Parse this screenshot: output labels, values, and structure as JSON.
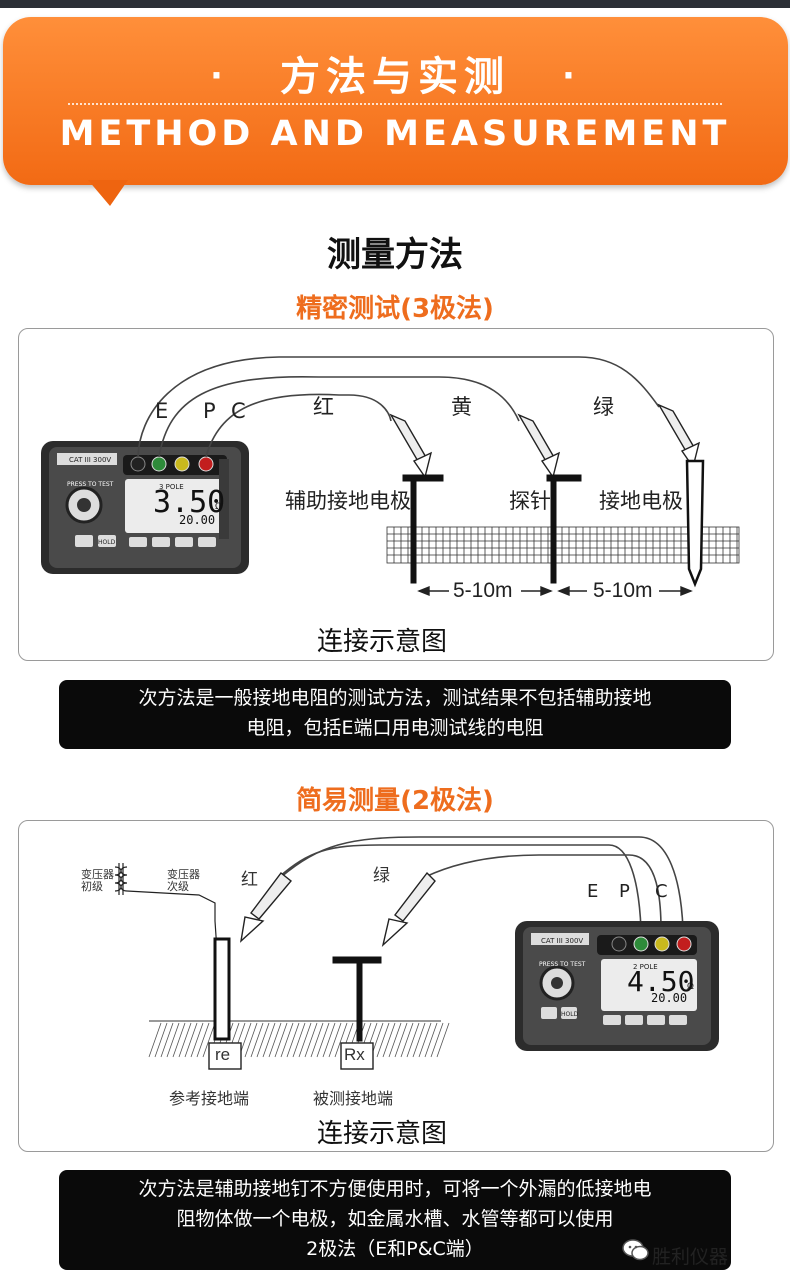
{
  "banner": {
    "dot_left": "·",
    "title": "方法与实测",
    "dot_right": "·",
    "subtitle": "METHOD AND MEASUREMENT"
  },
  "heading": "测量方法",
  "section1": {
    "title": "精密测试(3极法)",
    "terminals": [
      "E",
      "P",
      "C"
    ],
    "clip_colors": [
      "红",
      "黄",
      "绿"
    ],
    "electrodes": [
      "辅助接地电极",
      "探针",
      "接地电极"
    ],
    "distances": [
      "5-10m",
      "5-10m"
    ],
    "meter": {
      "display_main": "3.50",
      "display_sub": "20.00",
      "brand_tag": "CAT III 300V",
      "press_to_test": "PRESS TO TEST",
      "hold": "HOLD",
      "mode": "3 POLE",
      "unit": "Ω"
    },
    "caption": "连接示意图",
    "note": "次方法是一般接地电阻的测试方法，测试结果不包括辅助接地电阻，包括E端口用电测试线的电阻",
    "note_lines": [
      "次方法是一般接地电阻的测试方法，测试结果不包括辅助接地",
      "电阻，包括E端口用电测试线的电阻"
    ]
  },
  "section2": {
    "title": "简易测量(2极法)",
    "terminals": [
      "E",
      "P",
      "C"
    ],
    "clip_colors": [
      "红",
      "绿"
    ],
    "transformer": {
      "primary": [
        "变压器",
        "初级"
      ],
      "secondary": [
        "变压器",
        "次级"
      ]
    },
    "boxes": [
      "re",
      "Rx"
    ],
    "electrode_labels": [
      "参考接地端",
      "被测接地端"
    ],
    "meter": {
      "display_main": "4.50",
      "display_sub": "20.00",
      "brand_tag": "CAT III 300V",
      "press_to_test": "PRESS TO TEST",
      "hold": "HOLD",
      "mode": "2 POLE",
      "unit": "Ω"
    },
    "caption": "连接示意图",
    "note_lines": [
      "次方法是辅助接地钉不方便使用时，可将一个外漏的低接地电",
      "阻物体做一个电极，如金属水槽、水管等都可以使用",
      "2极法（E和P&C端）"
    ]
  },
  "watermark": "胜利仪器",
  "colors": {
    "accent": "#f26a14",
    "note_bg": "#0a0a0a",
    "subtitle_orange": "#ee6d1e"
  }
}
